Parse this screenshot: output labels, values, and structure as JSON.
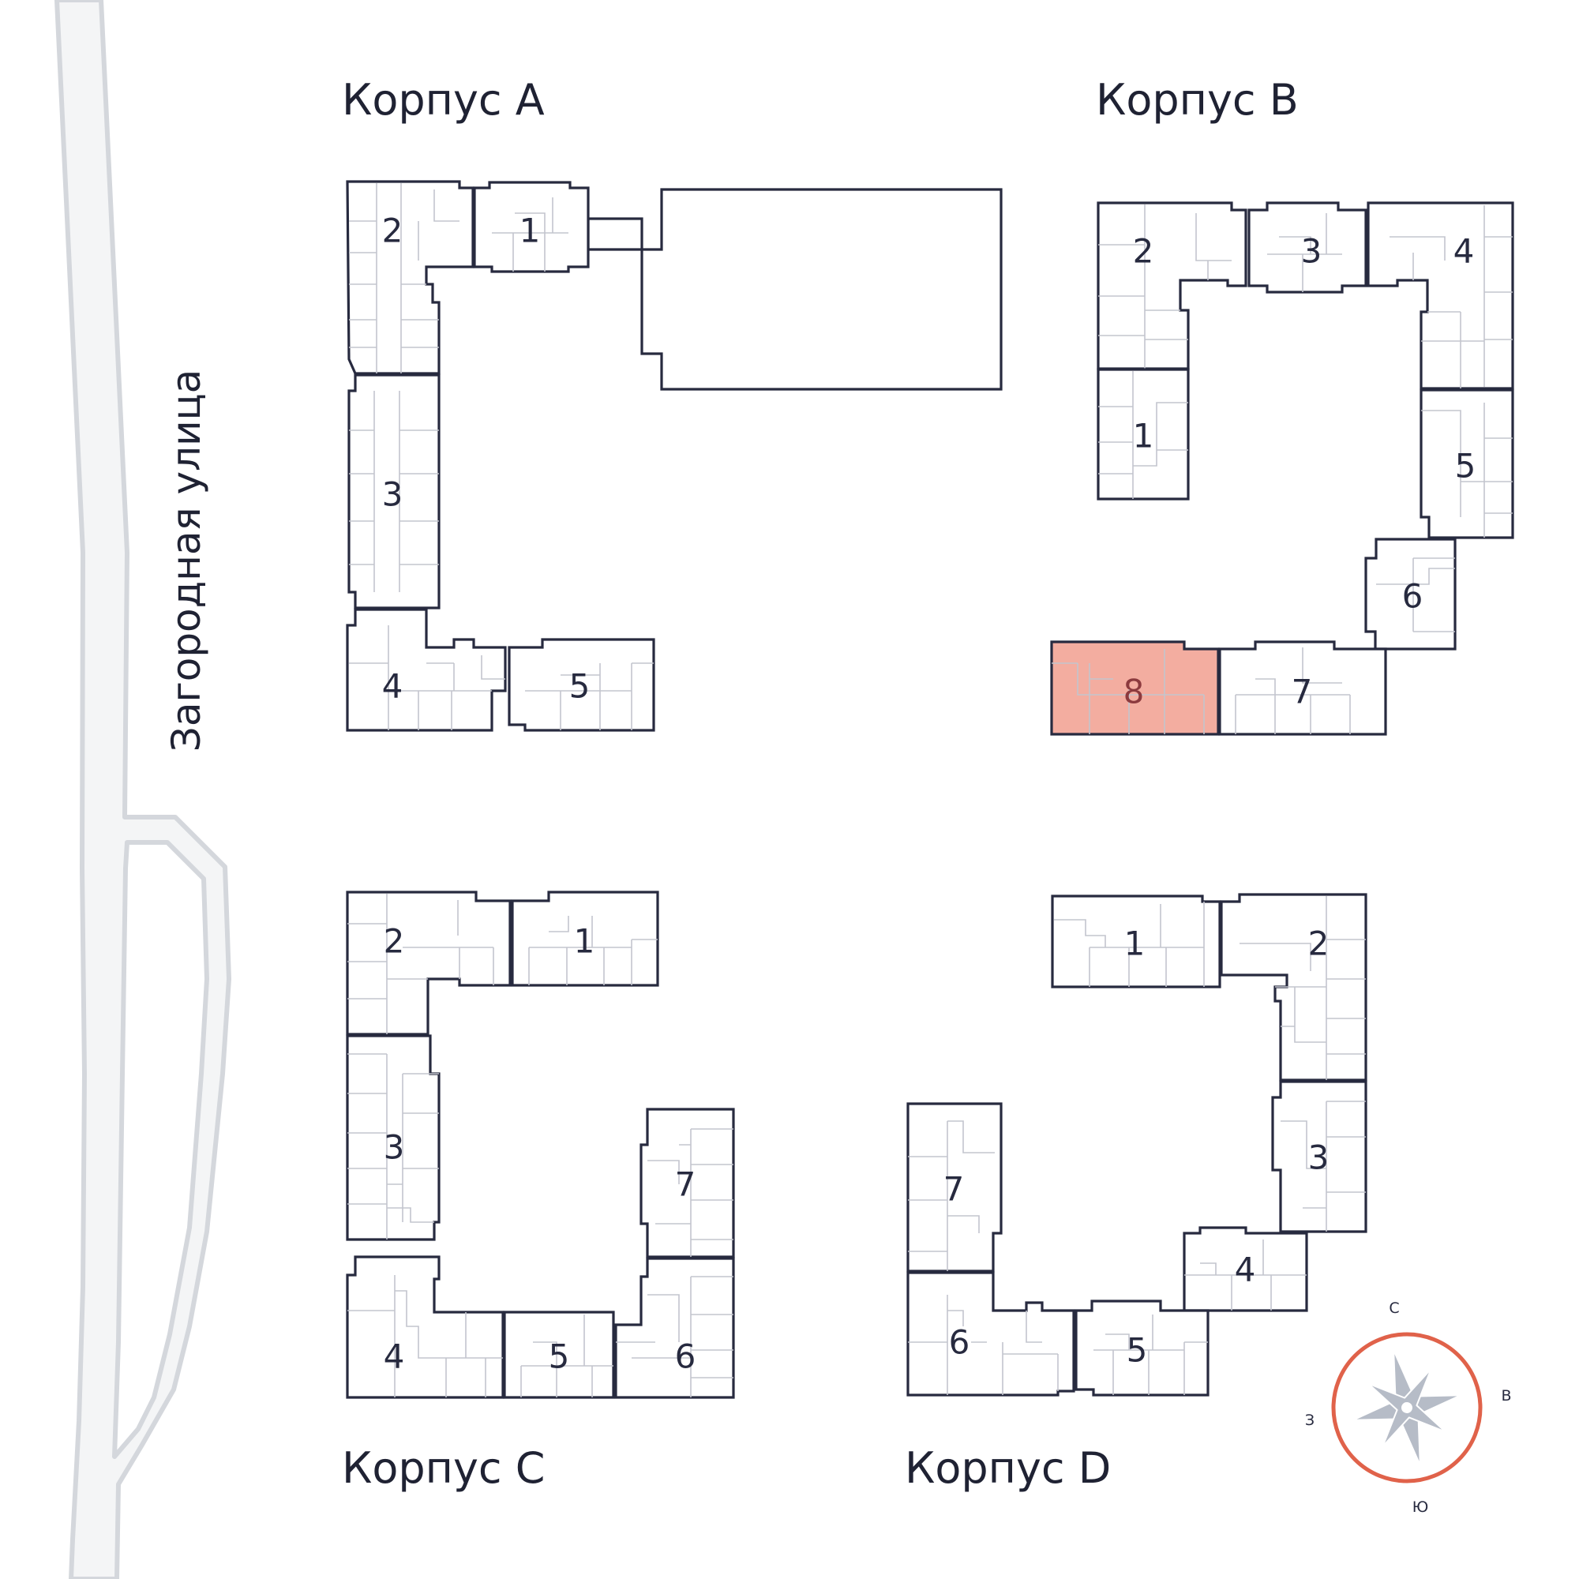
{
  "street": {
    "name": "Загородная улица"
  },
  "buildings": {
    "A": {
      "title": "Корпус А",
      "sections": [
        "1",
        "2",
        "3",
        "4",
        "5"
      ]
    },
    "B": {
      "title": "Корпус В",
      "sections": [
        "1",
        "2",
        "3",
        "4",
        "5",
        "6",
        "7",
        "8"
      ],
      "selected_section": "8"
    },
    "C": {
      "title": "Корпус С",
      "sections": [
        "1",
        "2",
        "3",
        "4",
        "5",
        "6",
        "7"
      ]
    },
    "D": {
      "title": "Корпус D",
      "sections": [
        "1",
        "2",
        "3",
        "4",
        "5",
        "6",
        "7"
      ]
    }
  },
  "compass": {
    "north": "С",
    "east": "В",
    "south": "Ю",
    "west": "З"
  },
  "colors": {
    "selected_fill": "#f3ada0",
    "outline": "#272a3f",
    "compass_ring": "#e0624a",
    "road": "#d4d7dc"
  }
}
